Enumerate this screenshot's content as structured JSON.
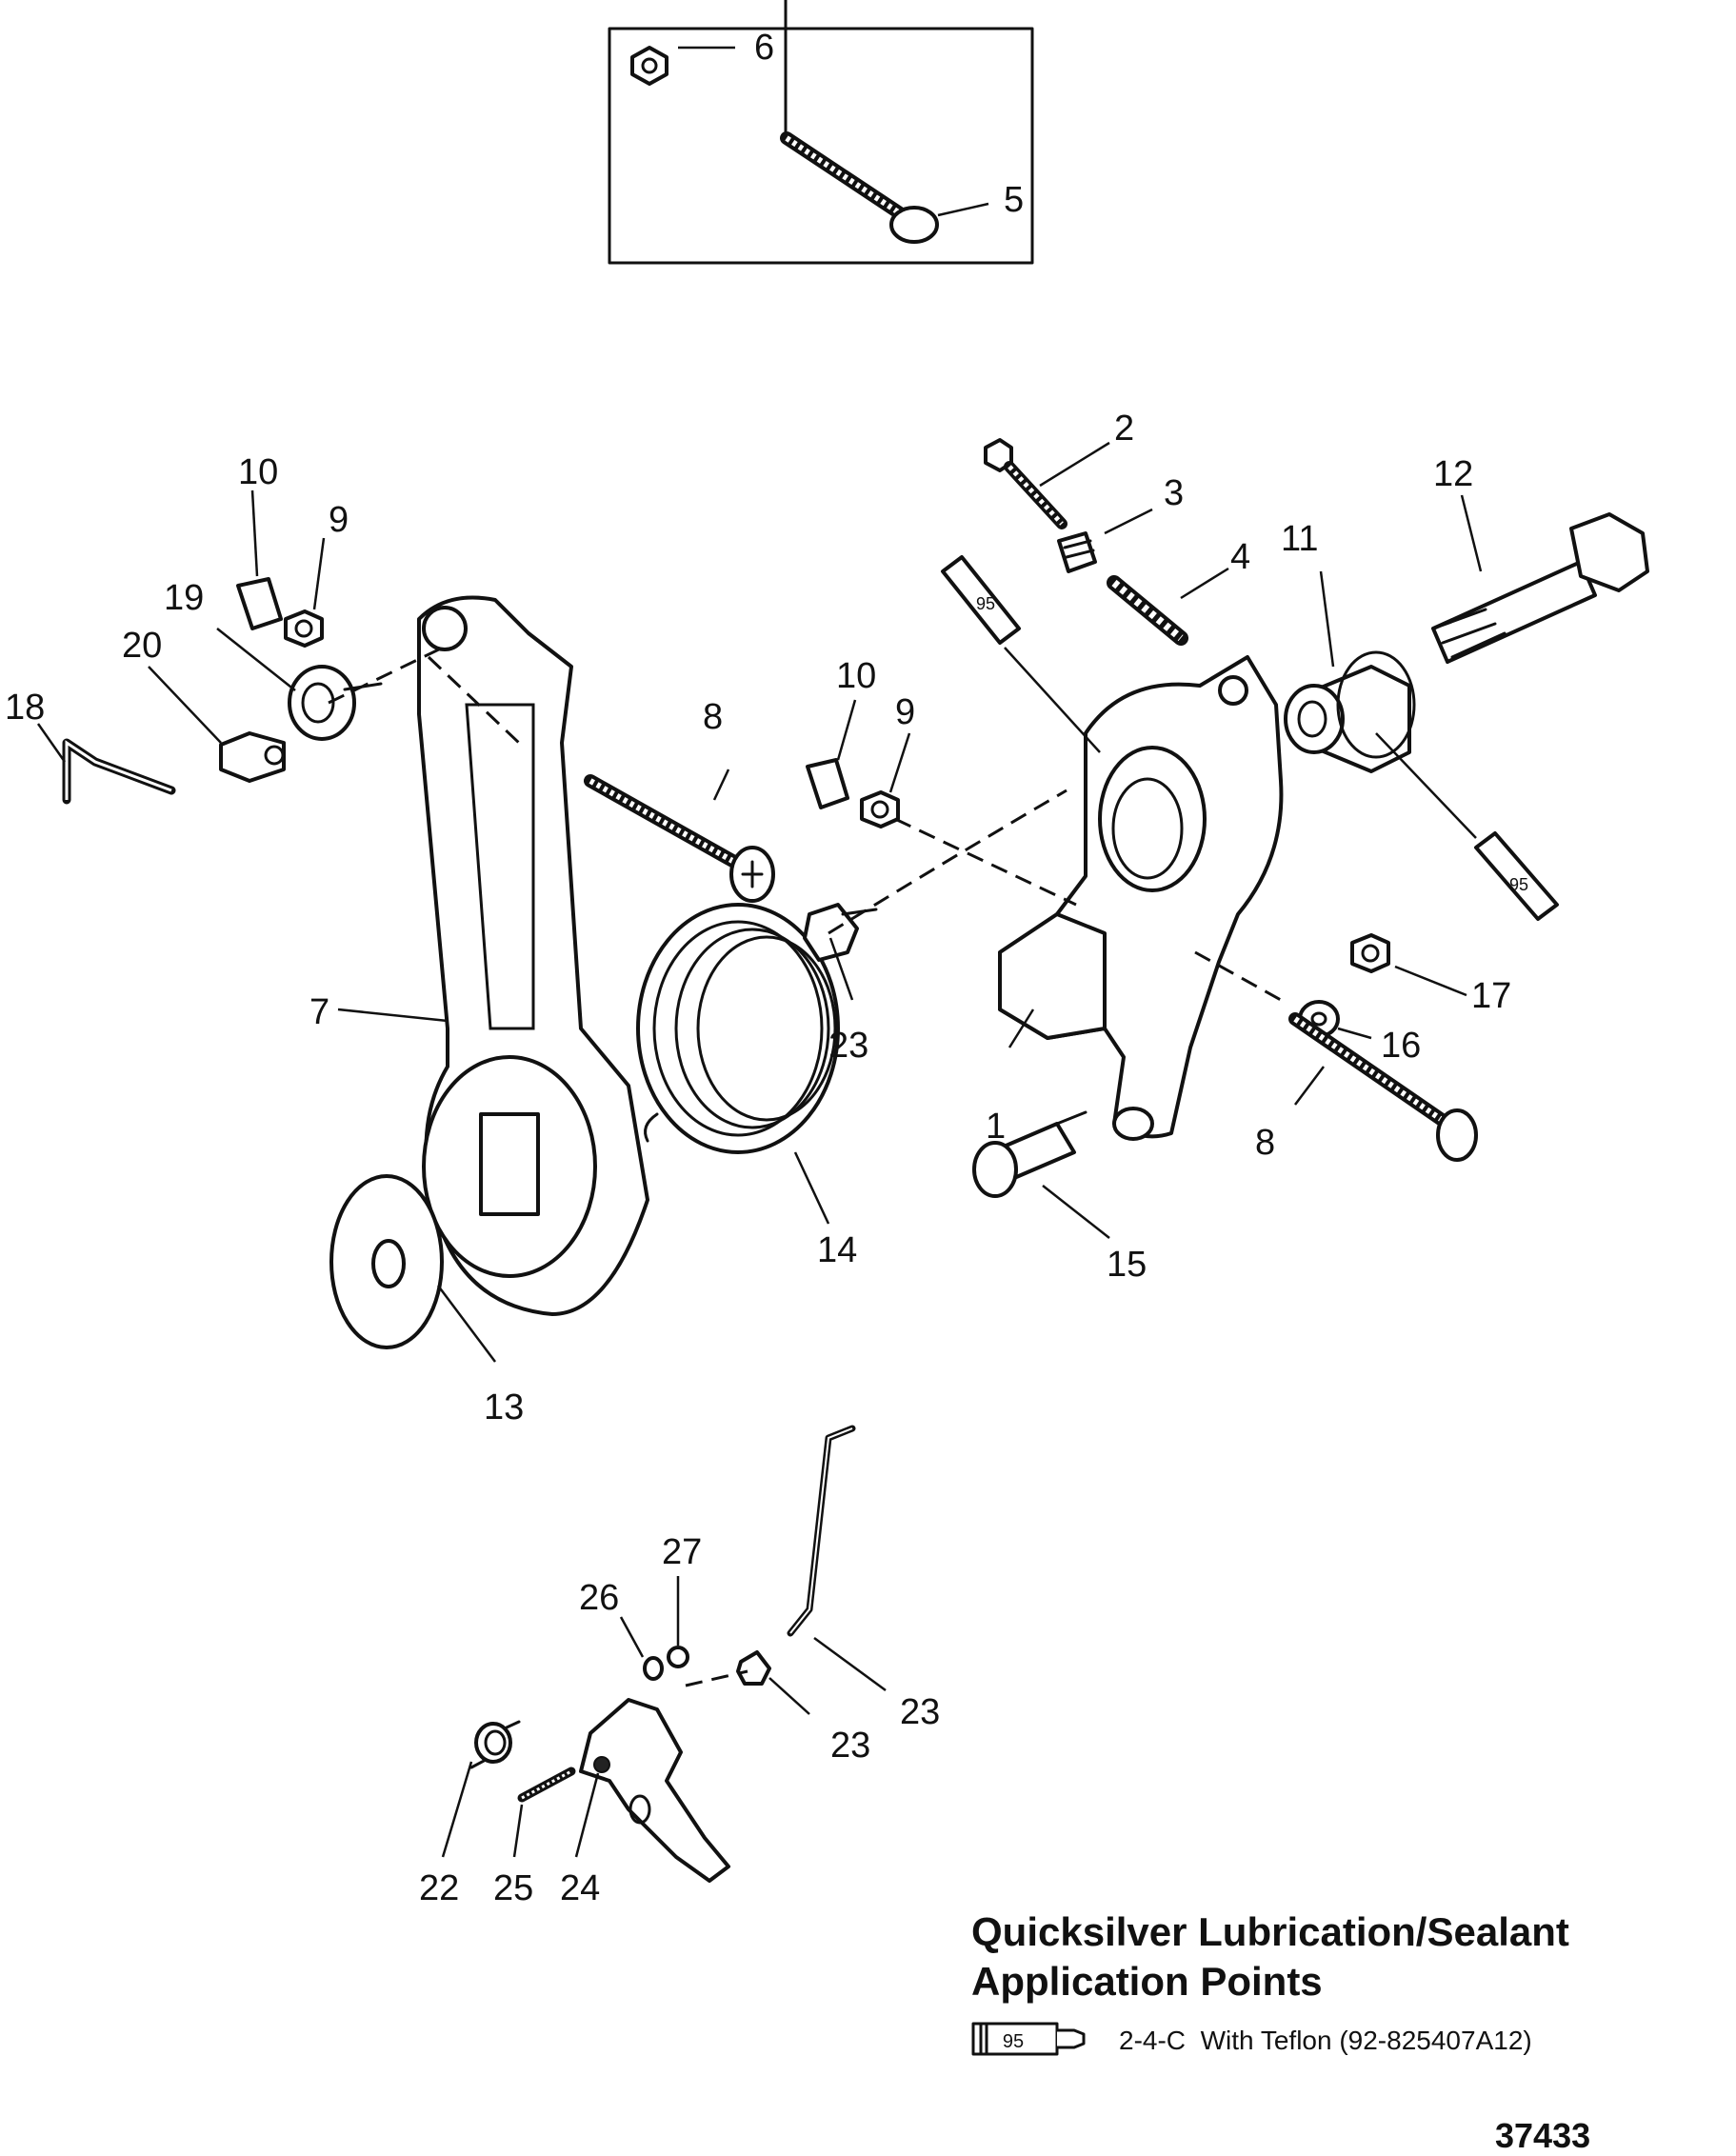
{
  "callouts": {
    "c1": "1",
    "c2": "2",
    "c3": "3",
    "c4": "4",
    "c5": "5",
    "c6": "6",
    "c7": "7",
    "c8a": "8",
    "c8b": "8",
    "c9a": "9",
    "c9b": "9",
    "c10a": "10",
    "c10b": "10",
    "c11": "11",
    "c12": "12",
    "c13": "13",
    "c14": "14",
    "c15": "15",
    "c16": "16",
    "c17": "17",
    "c18": "18",
    "c19": "19",
    "c20": "20",
    "c22": "22",
    "c23a": "23",
    "c23b": "23",
    "c23c": "23",
    "c24": "24",
    "c25": "25",
    "c26": "26",
    "c27": "27"
  },
  "tube_label": "95",
  "legend": {
    "title_line1": "Quicksilver Lubrication/Sealant",
    "title_line2": "Application Points",
    "tube_label": "95",
    "entry": "2-4-C  With Teflon (92-825407A12)"
  },
  "figure_number": "37433"
}
